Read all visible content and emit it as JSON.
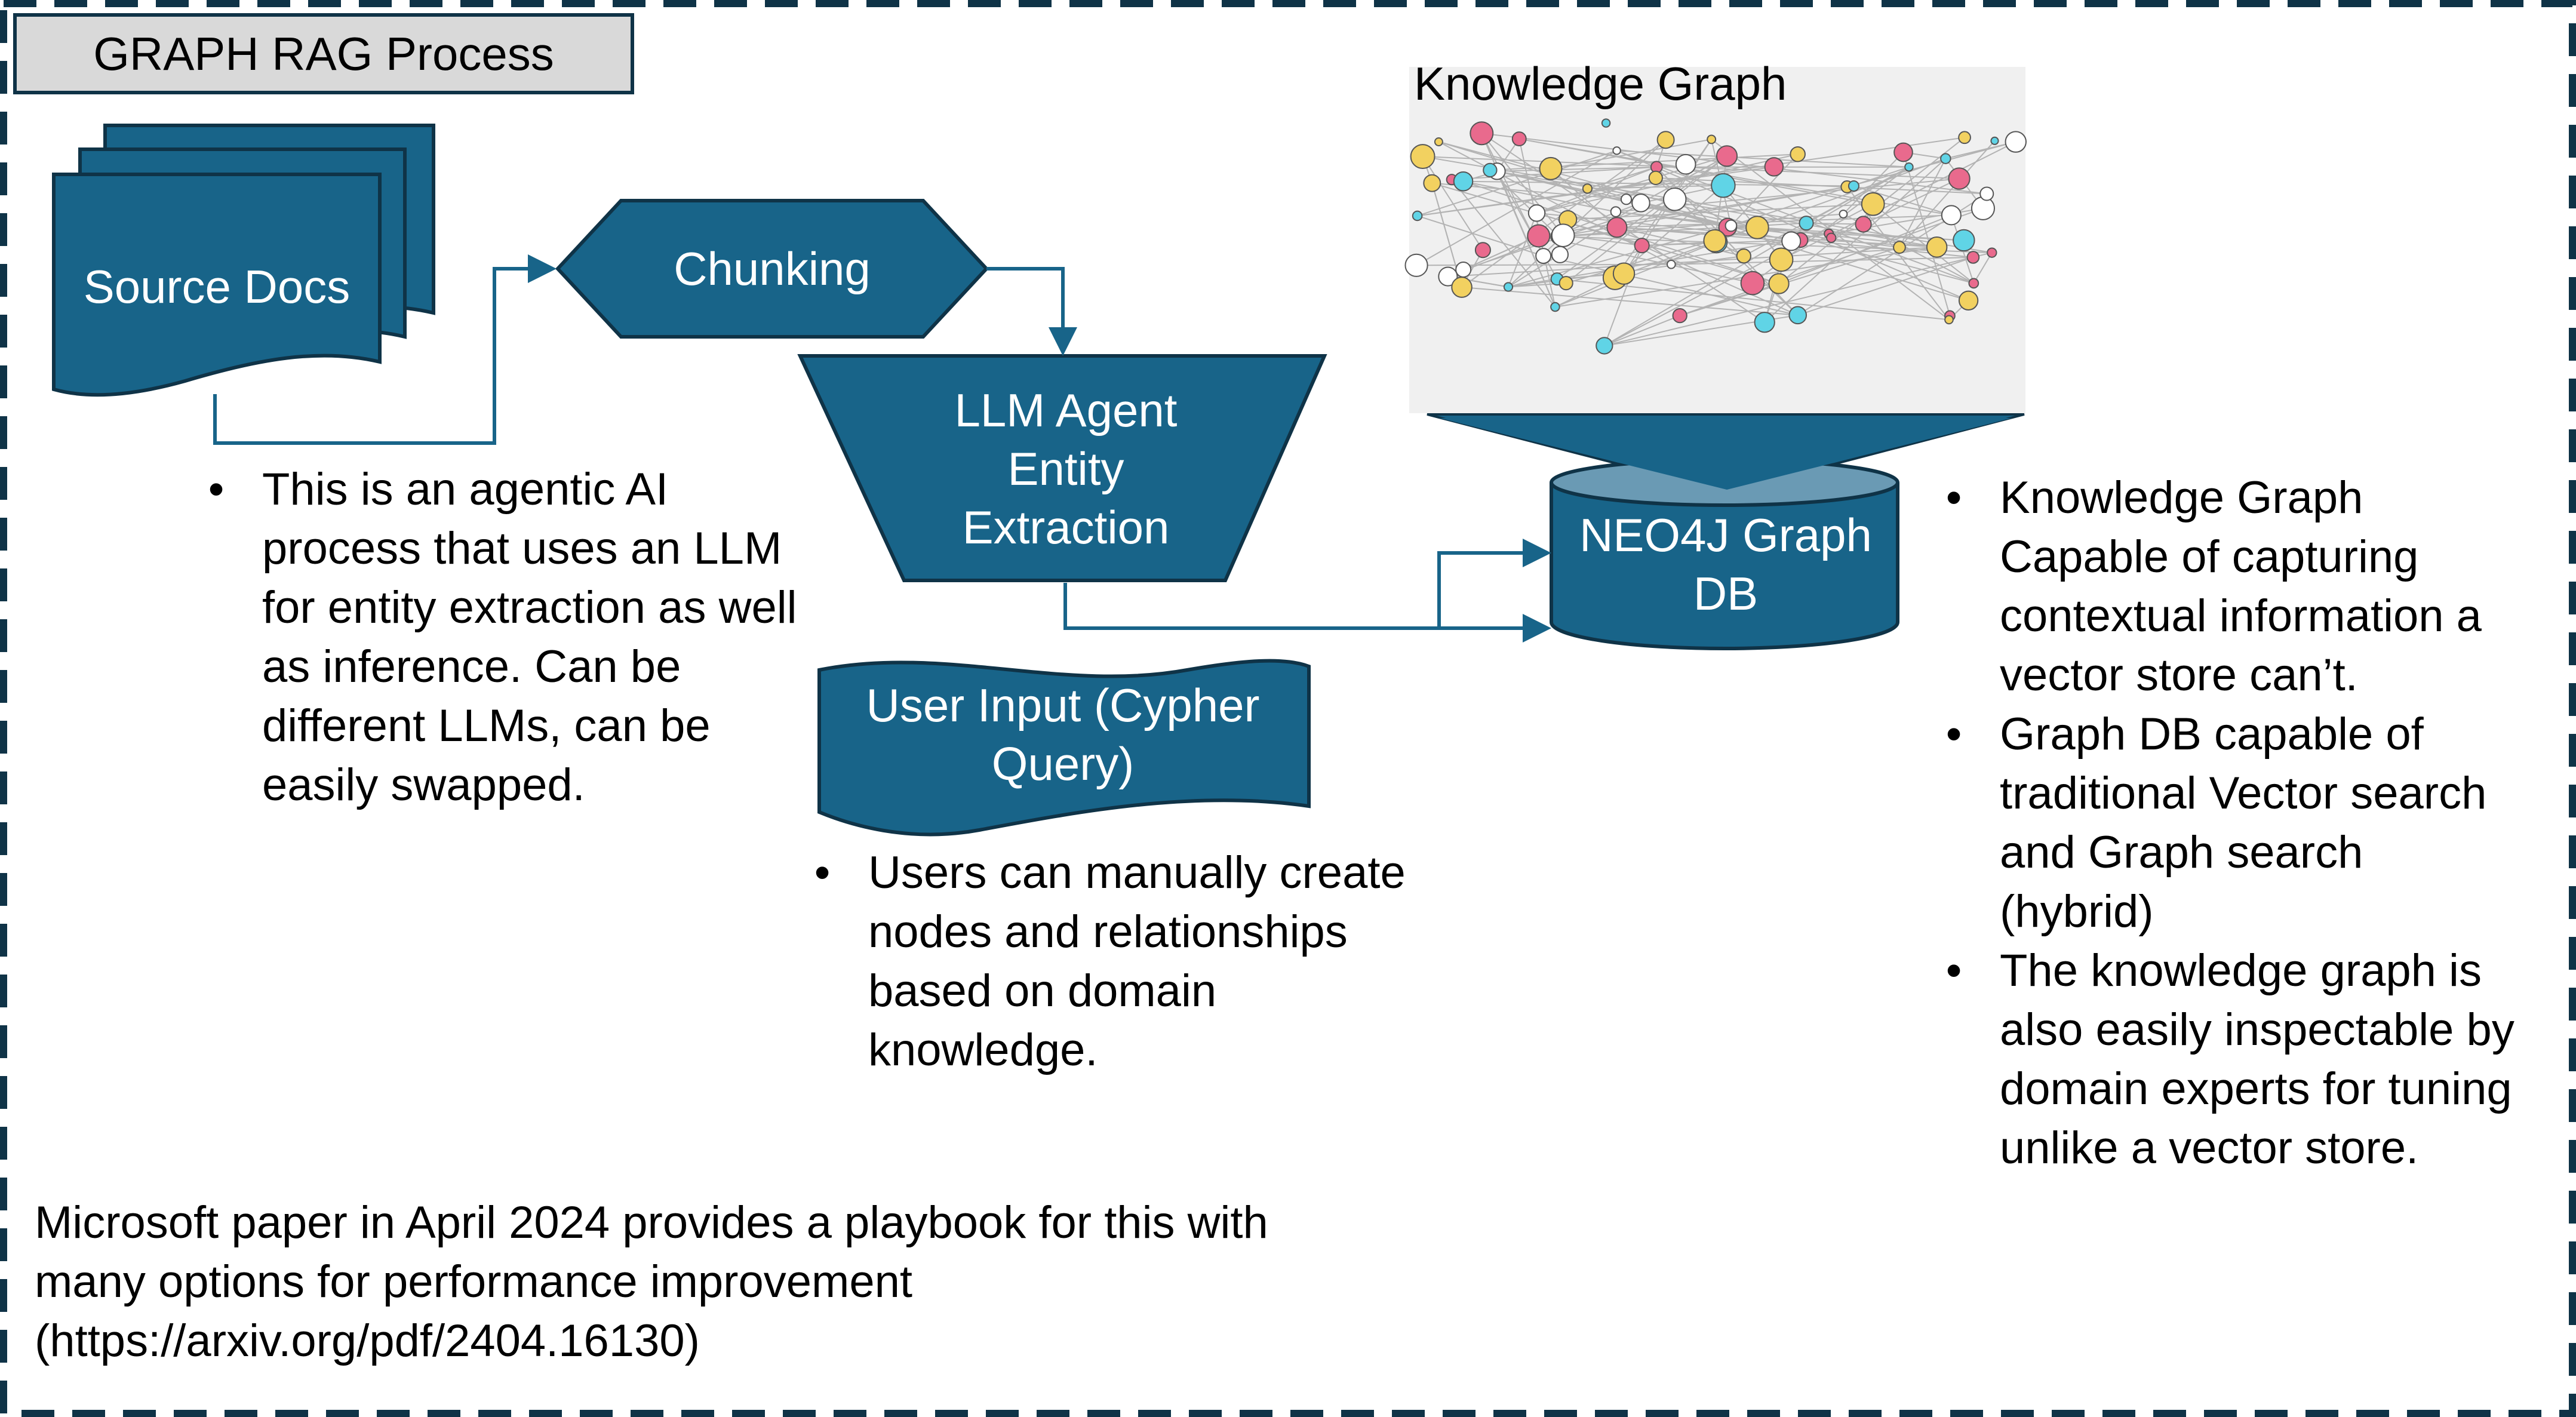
{
  "title": "GRAPH RAG Process",
  "colors": {
    "node_fill": "#186489",
    "node_stroke": "#0f3347",
    "frame": "#0f3347",
    "title_fill": "#d9d9d9",
    "graph_bg": "#f0f0f0",
    "graph_node_colors": [
      "#e96a8d",
      "#60d4e6",
      "#f2d160",
      "#ffffff"
    ]
  },
  "nodes": {
    "source_docs": "Source Docs",
    "chunking": "Chunking",
    "llm_agent": "LLM Agent Entity Extraction",
    "user_input": "User Input (Cypher Query)",
    "neo4j": "NEO4J Graph DB"
  },
  "knowledge_graph": {
    "label": "Knowledge Graph"
  },
  "notes": {
    "llm_note": [
      "This is an agentic AI process that uses an LLM for entity extraction as well as inference. Can be different LLMs, can be easily swapped."
    ],
    "user_note": [
      "Users can manually create nodes and relationships based on domain knowledge."
    ],
    "graph_notes": [
      "Knowledge Graph Capable of capturing contextual information a vector store can’t.",
      "Graph DB capable of traditional Vector search and Graph search (hybrid)",
      "The knowledge graph is also easily inspectable by domain experts for tuning unlike a vector store."
    ]
  },
  "footer": {
    "line1": "Microsoft paper in April 2024 provides a playbook for this with",
    "line2": "many options for performance improvement",
    "line3": "(https://arxiv.org/pdf/2404.16130)"
  }
}
